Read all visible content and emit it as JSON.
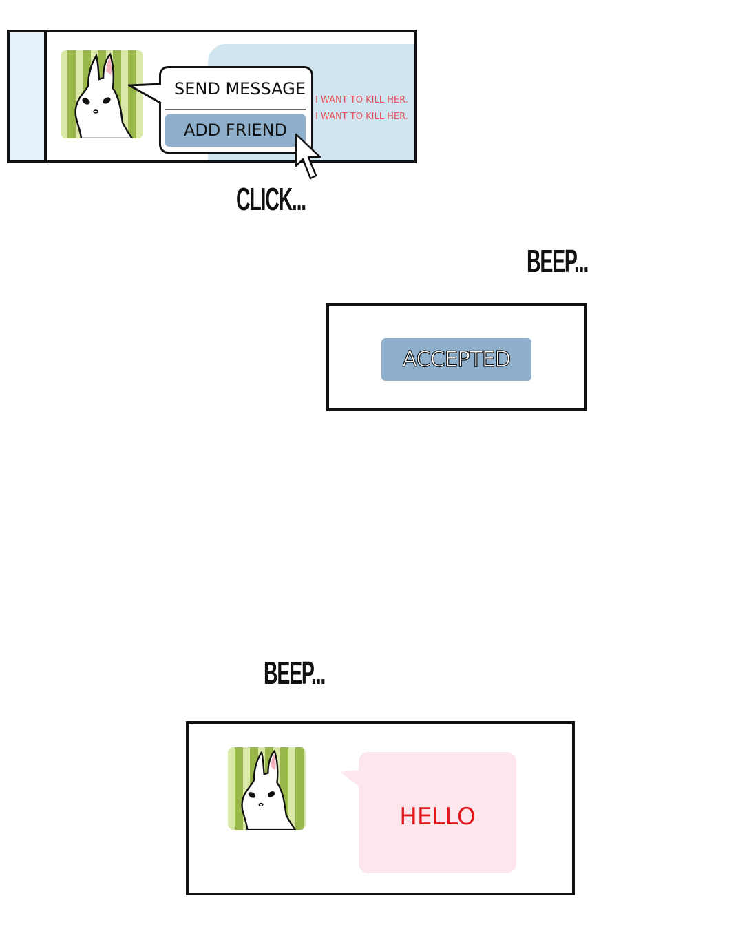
{
  "panel1": {
    "menu": {
      "send_message": "SEND MESSAGE",
      "add_friend": "ADD FRIEND"
    },
    "chat_lines": [
      "I WANT TO KILL HER.",
      "I WANT TO KILL HER."
    ]
  },
  "sfx": {
    "click": "CLICK...",
    "beep1": "BEEP...",
    "beep2": "BEEP..."
  },
  "panel2": {
    "status_button": "ACCEPTED"
  },
  "panel3": {
    "message": "HELLO"
  },
  "colors": {
    "button_blue": "#8fb0cc",
    "chat_blue": "#cfe4ee",
    "pink_bubble": "#fde6ec",
    "red_text": "#e0191f"
  }
}
